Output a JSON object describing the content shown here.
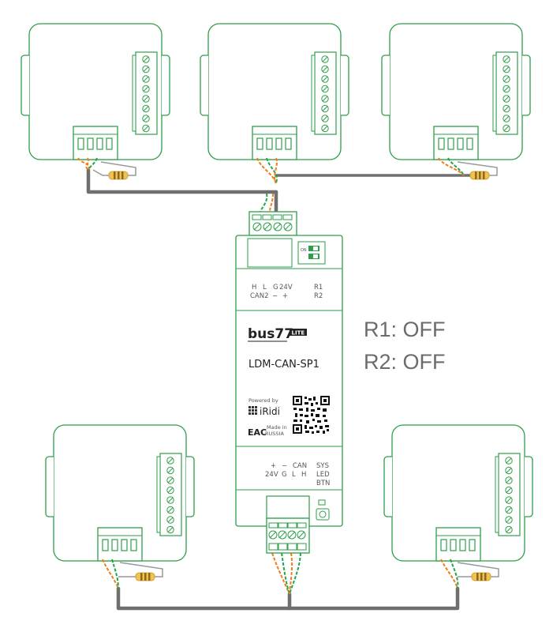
{
  "colors": {
    "module_stroke": "#2e9e4a",
    "wire_gray": "#6f6f6f",
    "wire_orange": "#f07d1a",
    "wire_green": "#22a64a",
    "resistor": "#f2c14e",
    "text_gray": "#6b6b6b"
  },
  "device": {
    "brand": "bus77",
    "brand_badge": "LITE",
    "model": "LDM-CAN-SP1",
    "powered_by": "Powered by",
    "iridi": "iRidi",
    "eac": "EAC",
    "made_in_line1": "Made in",
    "made_in_line2": "RUSSIA",
    "top_labels": {
      "row1": [
        "H",
        "L",
        "G",
        "24V"
      ],
      "row2": [
        "CAN2",
        "−",
        "+"
      ],
      "r1": "R1",
      "r2": "R2"
    },
    "bottom_labels": {
      "row1": [
        "+",
        "−",
        "CAN",
        "SYS"
      ],
      "row2": [
        "24V",
        "G",
        "L",
        "H",
        "LED"
      ],
      "btn": "BTN"
    },
    "dip_on": "ON"
  },
  "settings": {
    "r1": "R1: OFF",
    "r2": "R2: OFF"
  }
}
